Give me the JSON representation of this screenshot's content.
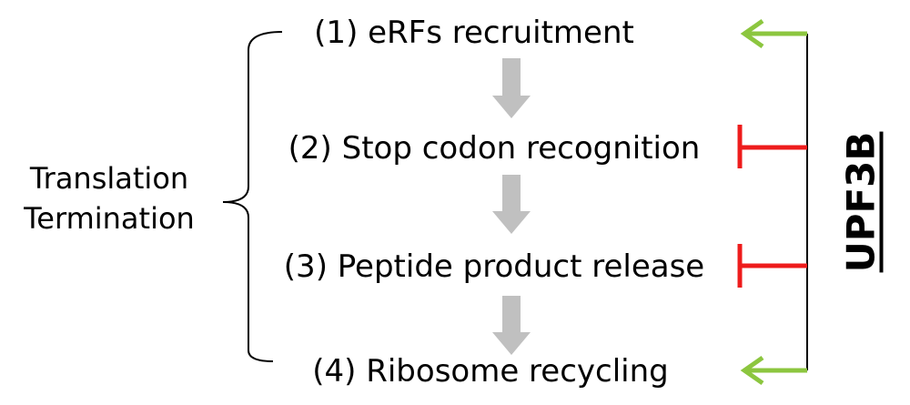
{
  "group_label": {
    "line1": "Translation",
    "line2": "Termination"
  },
  "steps": [
    {
      "label": "(1)  eRFs recruitment",
      "effect": "promotes"
    },
    {
      "label": "(2) Stop codon recognition",
      "effect": "inhibits"
    },
    {
      "label": "(3) Peptide product release",
      "effect": "inhibits"
    },
    {
      "label": "(4) Ribosome recycling",
      "effect": "promotes"
    }
  ],
  "regulator": {
    "label": "UPF3B"
  },
  "colors": {
    "promote_arrow": "#8cc63f",
    "inhibit_bar": "#ee1c1c",
    "flow_arrow": "#c0c0c0",
    "line": "#000000"
  }
}
